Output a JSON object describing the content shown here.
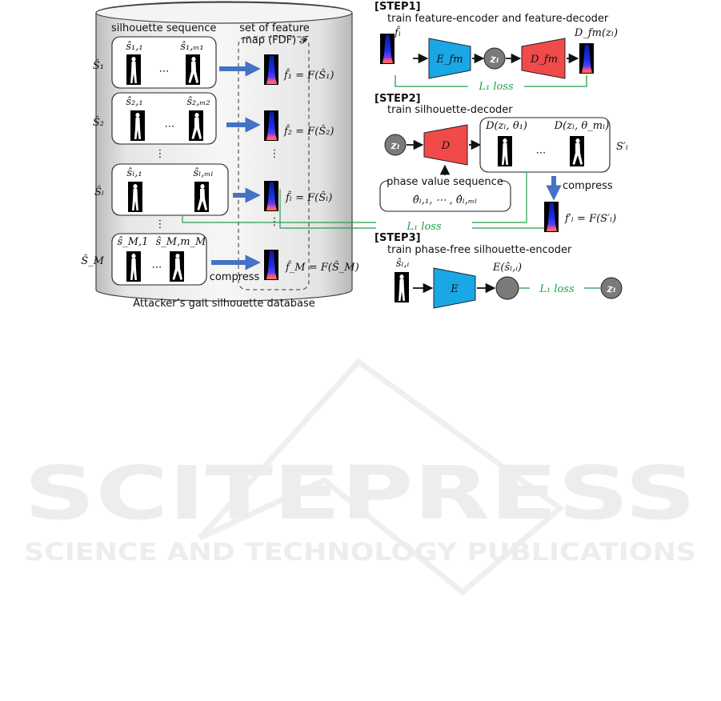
{
  "database": {
    "title": "silhouette sequence",
    "caption": "Attacker’s gait silhouette database",
    "fdf_label_line1": "set of feature",
    "fdf_label_line2": "map (FDF) 𝓕",
    "compress": "compress",
    "ellipsis": "⋯",
    "vdots": "⋮",
    "rows": [
      {
        "seq": "Ŝ₁",
        "first": "ŝ₁,₁",
        "last": "ŝ₁,ₘ₁",
        "f": "f̂₁ = F(Ŝ₁)"
      },
      {
        "seq": "Ŝ₂",
        "first": "ŝ₂,₁",
        "last": "ŝ₂,ₘ₂",
        "f": "f̂₂ = F(Ŝ₂)"
      },
      {
        "seq": "Ŝₗ",
        "first": "ŝₗ,₁",
        "last": "ŝₗ,ₘₗ",
        "f": "f̂ₗ = F(Ŝₗ)"
      },
      {
        "seq": "Ŝ_M",
        "first": "ŝ_M,1",
        "last": "ŝ_M,m_M",
        "f": "f̂_M = F(Ŝ_M)"
      }
    ]
  },
  "step1": {
    "header": "[STEP1]",
    "desc": "train feature-encoder and feature-decoder",
    "input": "f̂ₗ",
    "encoder": "E_fm",
    "latent": "zₗ",
    "decoder": "D_fm",
    "output": "D_fm(zₗ)",
    "loss": "L₁ loss"
  },
  "step2": {
    "header": "[STEP2]",
    "desc": "train silhouette-decoder",
    "latent": "zₗ",
    "decoder": "D",
    "out_first": "D(zₗ, θ₁)",
    "out_last": "D(zₗ, θ_mₗ)",
    "seq_label": "S′ₗ",
    "phase_title": "phase value sequence",
    "phase_values": "θ̂ₗ,₁, ⋯ , θ̂ₗ,ₘₗ",
    "compress": "compress",
    "f_prime": "f′ₗ = F(S′ₗ)",
    "loss": "L₁ loss",
    "ellipsis": "⋯"
  },
  "step3": {
    "header": "[STEP3]",
    "desc": "train phase-free silhouette-encoder",
    "input": "ŝₗ,ᵢ",
    "encoder": "E",
    "enc_out": "E(ŝₗ,ᵢ)",
    "loss": "L₁ loss",
    "latent": "zₗ"
  },
  "watermark": {
    "title": "SCITEPRESS",
    "subtitle": "SCIENCE AND TECHNOLOGY PUBLICATIONS"
  }
}
